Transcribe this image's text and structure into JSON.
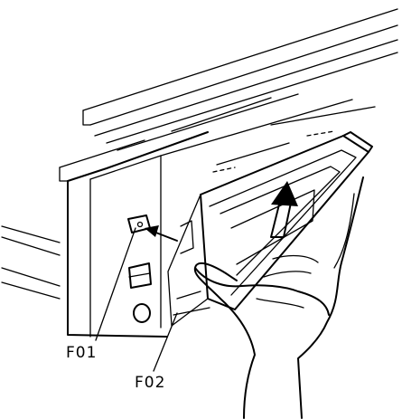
{
  "figure": {
    "callouts": [
      {
        "id": "f01",
        "text": "F01"
      },
      {
        "id": "f02",
        "text": "F02"
      }
    ],
    "icons": [
      "hand-illustration",
      "arrow-icon"
    ],
    "colors": {
      "ink": "#000000",
      "paper": "#ffffff"
    }
  }
}
